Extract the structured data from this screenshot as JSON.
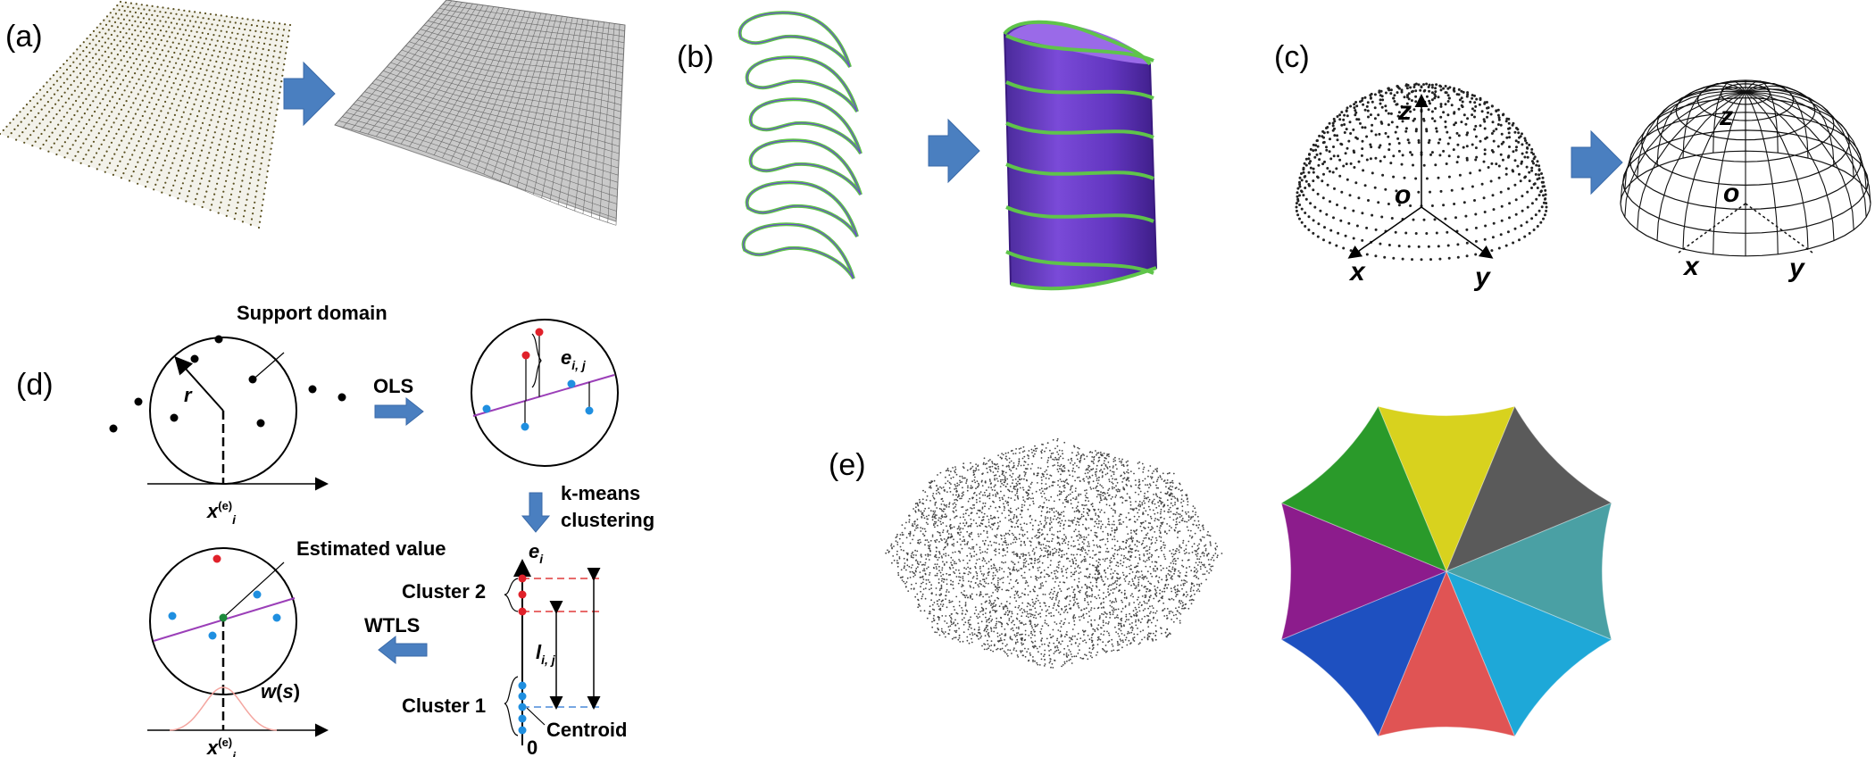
{
  "panels": {
    "a": {
      "label": "(a)"
    },
    "b": {
      "label": "(b)"
    },
    "c": {
      "label": "(c)",
      "axes_left": {
        "z": "z",
        "o": "o",
        "x": "x",
        "y": "y"
      },
      "axes_right": {
        "z": "z",
        "o": "o",
        "x": "x",
        "y": "y"
      }
    },
    "d": {
      "label": "(d)",
      "support_domain": "Support domain",
      "radius": "r",
      "ols": "OLS",
      "residual": {
        "main": "e",
        "sub": "i, j"
      },
      "kmeans_line1": "k-means",
      "kmeans_line2": "clustering",
      "axis_x": {
        "main": "x",
        "sup": "(e)",
        "sub": "i"
      },
      "axis_x_bottom": {
        "main": "x",
        "sup": "(e)",
        "sub": "i"
      },
      "ei": {
        "main": "e",
        "sub": "i"
      },
      "cluster2": "Cluster 2",
      "cluster1": "Cluster 1",
      "distance": {
        "main": "l",
        "sub": "i, j"
      },
      "centroid": "Centroid",
      "zero": "0",
      "estimated_value": "Estimated value",
      "wtls": "WTLS",
      "weight": {
        "w": "w",
        "open": "(",
        "s": "s",
        "close": ")"
      }
    },
    "e": {
      "label": "(e)"
    }
  },
  "colors": {
    "arrow_fill": "#4a7fc0",
    "blade_fill": "#7040c8",
    "section_edge": "#5fc44a",
    "outlier_red": "#e0212a",
    "inlier_blue": "#1f8fe0",
    "fit_line": "#9b3fb8",
    "estimate_green": "#1c8a3c",
    "kernel_pink": "#f4a6a0",
    "centroid_dash": "#4a8ad8",
    "cluster_dash": "#e03a3a"
  },
  "umbrella_segments": [
    "#d8d21e",
    "#5a5a5a",
    "#4aa0a4",
    "#1ea8d8",
    "#e05454",
    "#1e50c0",
    "#8c1c8c",
    "#2a9a2a"
  ]
}
